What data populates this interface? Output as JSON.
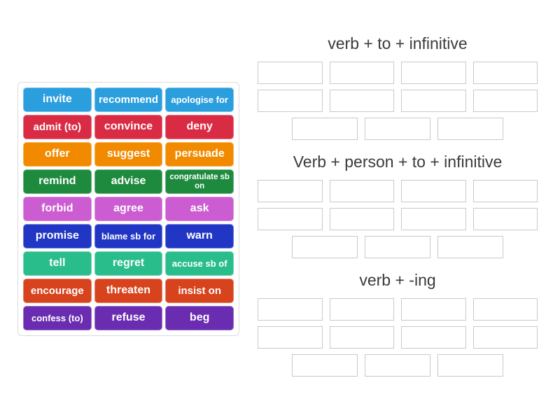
{
  "activity": {
    "type_label": "group-sort",
    "background": "#ffffff"
  },
  "word_bank": {
    "tiles": [
      {
        "label": "invite",
        "color": "#2b9edd"
      },
      {
        "label": "recommend",
        "color": "#2b9edd"
      },
      {
        "label": "apologise for",
        "color": "#2b9edd"
      },
      {
        "label": "admit (to)",
        "color": "#da2b44"
      },
      {
        "label": "convince",
        "color": "#da2b44"
      },
      {
        "label": "deny",
        "color": "#da2b44"
      },
      {
        "label": "offer",
        "color": "#f28a00"
      },
      {
        "label": "suggest",
        "color": "#f28a00"
      },
      {
        "label": "persuade",
        "color": "#f28a00"
      },
      {
        "label": "remind",
        "color": "#1e8a3d"
      },
      {
        "label": "advise",
        "color": "#1e8a3d"
      },
      {
        "label": "congratulate sb on",
        "color": "#1e8a3d"
      },
      {
        "label": "forbid",
        "color": "#cb5cd1"
      },
      {
        "label": "agree",
        "color": "#cb5cd1"
      },
      {
        "label": "ask",
        "color": "#cb5cd1"
      },
      {
        "label": "promise",
        "color": "#2136c4"
      },
      {
        "label": "blame sb for",
        "color": "#2136c4"
      },
      {
        "label": "warn",
        "color": "#2136c4"
      },
      {
        "label": "tell",
        "color": "#2abd8c"
      },
      {
        "label": "regret",
        "color": "#2abd8c"
      },
      {
        "label": "accuse sb of",
        "color": "#2abd8c"
      },
      {
        "label": "encourage",
        "color": "#d7431d"
      },
      {
        "label": "threaten",
        "color": "#d7431d"
      },
      {
        "label": "insist on",
        "color": "#d7431d"
      },
      {
        "label": "confess (to)",
        "color": "#6a2cb0"
      },
      {
        "label": "refuse",
        "color": "#6a2cb0"
      },
      {
        "label": "beg",
        "color": "#6a2cb0"
      }
    ]
  },
  "groups": [
    {
      "title": "verb + to + infinitive",
      "slot_rows": [
        4,
        4,
        3
      ]
    },
    {
      "title": "Verb + person + to + infinitive",
      "slot_rows": [
        4,
        4,
        3
      ]
    },
    {
      "title": "verb + -ing",
      "slot_rows": [
        4,
        4,
        3
      ]
    }
  ],
  "colors": {
    "slot_border": "#c9c9c9",
    "group_title_text": "#3b3b3b",
    "word_bank_border": "#dcdcdc"
  }
}
